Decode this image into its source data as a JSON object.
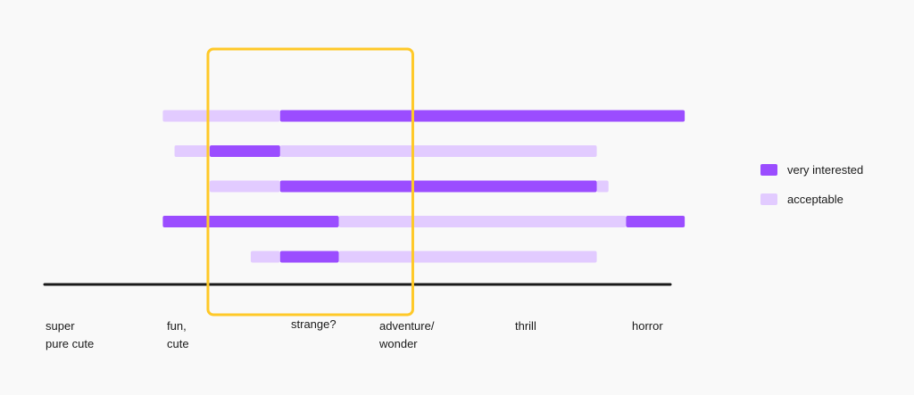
{
  "colors": {
    "very_interested": "#9b4dff",
    "acceptable": "#e2cbff",
    "axis": "#1a1a1a",
    "highlight": "#ffc928"
  },
  "chart_data": {
    "type": "bar",
    "orientation": "horizontal-range",
    "x_domain": [
      0,
      6
    ],
    "categories": [
      "super\npure cute",
      "fun,\ncute",
      "strange?",
      "adventure/\nwonder",
      "thrill",
      "horror"
    ],
    "legend": [
      {
        "key": "very_interested",
        "label": "very interested"
      },
      {
        "key": "acceptable",
        "label": "acceptable"
      }
    ],
    "rows": [
      {
        "segments": [
          {
            "from": 1.0,
            "to": 2.0,
            "level": "acceptable"
          },
          {
            "from": 2.0,
            "to": 5.45,
            "level": "very_interested"
          }
        ]
      },
      {
        "segments": [
          {
            "from": 1.1,
            "to": 1.4,
            "level": "acceptable"
          },
          {
            "from": 1.4,
            "to": 2.0,
            "level": "very_interested"
          },
          {
            "from": 2.0,
            "to": 4.7,
            "level": "acceptable"
          }
        ]
      },
      {
        "segments": [
          {
            "from": 1.4,
            "to": 2.0,
            "level": "acceptable"
          },
          {
            "from": 2.0,
            "to": 4.7,
            "level": "very_interested"
          },
          {
            "from": 4.7,
            "to": 4.8,
            "level": "acceptable"
          }
        ]
      },
      {
        "segments": [
          {
            "from": 1.0,
            "to": 2.5,
            "level": "very_interested"
          },
          {
            "from": 2.5,
            "to": 4.95,
            "level": "acceptable"
          },
          {
            "from": 4.95,
            "to": 5.45,
            "level": "very_interested"
          }
        ]
      },
      {
        "segments": [
          {
            "from": 1.75,
            "to": 2.0,
            "level": "acceptable"
          },
          {
            "from": 2.0,
            "to": 2.5,
            "level": "very_interested"
          },
          {
            "from": 2.5,
            "to": 4.7,
            "level": "acceptable"
          }
        ]
      }
    ],
    "highlight_range": [
      1.4,
      3.2
    ]
  }
}
